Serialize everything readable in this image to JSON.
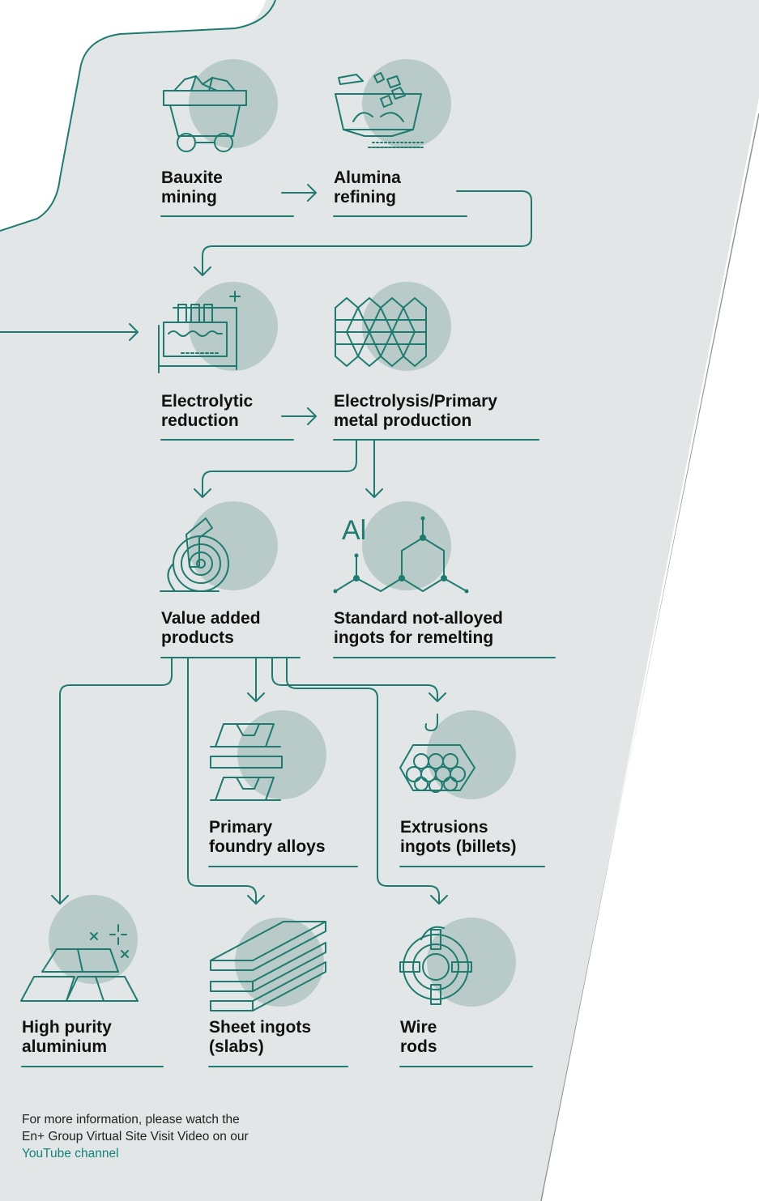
{
  "steps": {
    "bauxite": {
      "line1": "Bauxite",
      "line2": "mining",
      "icon": "mining-cart-icon"
    },
    "alumina": {
      "line1": "Alumina",
      "line2": "refining",
      "icon": "alumina-refining-icon"
    },
    "electrolytic": {
      "line1": "Electrolytic",
      "line2": "reduction",
      "icon": "electrolytic-cell-icon"
    },
    "primary_metal": {
      "line1": "Electrolysis/Primary",
      "line2": "metal production",
      "icon": "crystal-lattice-icon"
    },
    "value_added": {
      "line1": "Value added",
      "line2": "products",
      "icon": "foil-roll-icon"
    },
    "standard_ingots": {
      "line1": "Standard not-alloyed",
      "line2": "ingots for remelting",
      "icon": "al-molecule-icon",
      "symbol": "Al"
    },
    "foundry_alloys": {
      "line1": "Primary",
      "line2": "foundry alloys",
      "icon": "ingot-stack-icon"
    },
    "billets": {
      "line1": "Extrusions",
      "line2": "ingots (billets)",
      "icon": "billet-bundle-icon"
    },
    "high_purity": {
      "line1": "High purity",
      "line2": "aluminium",
      "icon": "sparkling-ingots-icon"
    },
    "slabs": {
      "line1": "Sheet ingots",
      "line2": "(slabs)",
      "icon": "slab-stack-icon"
    },
    "wire_rods": {
      "line1": "Wire",
      "line2": "rods",
      "icon": "wire-coil-icon"
    }
  },
  "footer": {
    "line1": "For more information, please watch the",
    "line2": "En+ Group Virtual Site Visit Video on our",
    "link": "YouTube channel"
  },
  "colors": {
    "panel": "#e3e6e6",
    "accent": "#1f7a70",
    "circle": "#b9cbc8",
    "link": "#12857a"
  }
}
